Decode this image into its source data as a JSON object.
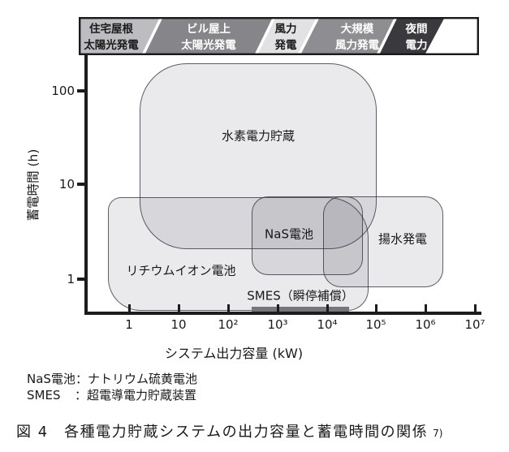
{
  "banner": {
    "segments": [
      {
        "line1": "住宅屋根",
        "line2": "太陽光発電",
        "color": "#bdbdc1",
        "text_color": "#1a1a1a"
      },
      {
        "line1": "ビル屋上",
        "line2": "太陽光発電",
        "color": "#85858a",
        "text_color": "#ffffff"
      },
      {
        "line1": "風力",
        "line2": "発電",
        "color": "#e2e2e4",
        "text_color": "#1a1a1a"
      },
      {
        "line1": "大規模",
        "line2": "風力発電",
        "color": "#8e8e92",
        "text_color": "#ffffff"
      },
      {
        "line1": "夜間",
        "line2": "電力",
        "color": "#3a3a3e",
        "text_color": "#ffffff"
      }
    ]
  },
  "plot": {
    "y_axis_title": "蓄電時間 (h)",
    "x_axis_title": "システム出力容量 (kW)",
    "y_tick_labels": [
      "100",
      "10",
      "1"
    ],
    "x_tick_labels": [
      "1",
      "10",
      "10²",
      "10³",
      "10⁴",
      "10⁵",
      "10⁶",
      "10⁷"
    ],
    "regions": {
      "hydrogen": {
        "label": "水素電力貯蔵"
      },
      "lithium": {
        "label": "リチウムイオン電池"
      },
      "nas": {
        "label": "NaS電池"
      },
      "pumped": {
        "label": "揚水発電"
      },
      "smes": {
        "label": "SMES（瞬停補償）"
      }
    }
  },
  "notes": [
    {
      "term": "NaS電池",
      "sep": "：",
      "definition": "ナトリウム硫黄電池"
    },
    {
      "term": "SMES",
      "sep": "：",
      "definition": "超電導電力貯蔵装置"
    }
  ],
  "caption": {
    "text": "図 4　各種電力貯蔵システムの出力容量と蓄電時間の関係",
    "reference": "7)"
  },
  "chart_data": {
    "type": "area",
    "title": "図4 各種電力貯蔵システムの出力容量と蓄電時間の関係",
    "xlabel": "システム出力容量 (kW)",
    "ylabel": "蓄電時間 (h)",
    "x_scale": "log",
    "y_scale": "log",
    "xlim_kW": [
      0.1,
      12000000
    ],
    "ylim_h": [
      0.45,
      250
    ],
    "x_ticks_kW": [
      1,
      10,
      100,
      1000,
      10000,
      100000,
      1000000,
      10000000
    ],
    "y_ticks_h": [
      1,
      10,
      100
    ],
    "grid": false,
    "header_categories": [
      "住宅屋根太陽光発電",
      "ビル屋上太陽光発電",
      "風力発電",
      "大規模風力発電",
      "夜間電力"
    ],
    "regions": [
      {
        "name": "水素電力貯蔵",
        "x_range_kW": [
          1.6,
          90000
        ],
        "y_range_h": [
          2.2,
          200
        ]
      },
      {
        "name": "リチウムイオン電池",
        "x_range_kW": [
          0.4,
          64000
        ],
        "y_range_h": [
          0.48,
          7.4
        ]
      },
      {
        "name": "NaS電池",
        "x_range_kW": [
          300,
          49000
        ],
        "y_range_h": [
          1.15,
          7.6
        ]
      },
      {
        "name": "揚水発電",
        "x_range_kW": [
          8300,
          2000000
        ],
        "y_range_h": [
          0.85,
          7.6
        ]
      },
      {
        "name": "SMES（瞬停補償）",
        "x_range_kW": [
          300,
          28000
        ],
        "y_range_h": [
          0.5,
          0.5
        ]
      }
    ],
    "notes": [
      "NaS電池：ナトリウム硫黄電池",
      "SMES：超電導電力貯蔵装置"
    ]
  }
}
